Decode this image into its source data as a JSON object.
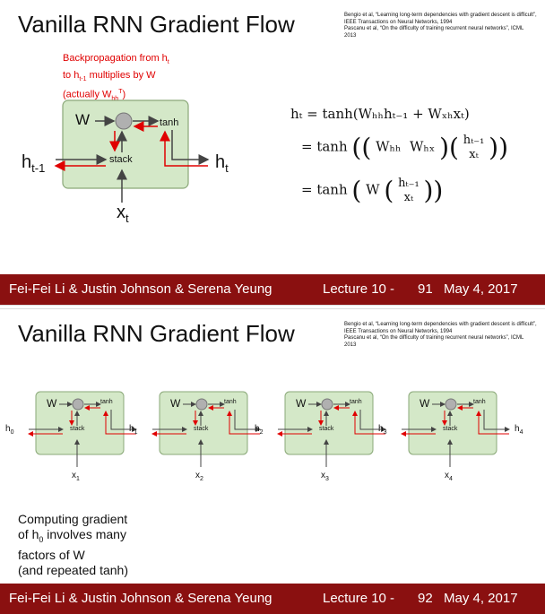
{
  "slides": [
    {
      "title": "Vanilla RNN Gradient Flow",
      "refs": [
        "Bengio et al, “Learning long-term dependencies with gradient descent is difficult”, IEEE Transactions on Neural Networks, 1994",
        "Pascanu et al, “On the difficulty of training recurrent neural networks”, ICML 2013"
      ],
      "note": {
        "line1": "Backpropagation from h",
        "line1_sub": "t",
        "line2a": "to h",
        "line2_sub": "t-1",
        "line2b": " multiplies by W",
        "line3a": "(actually W",
        "line3_sub": "hh",
        "line3_sup": "T",
        "line3b": ")"
      },
      "cell": {
        "w": "W",
        "tanh": "tanh",
        "stack": "stack",
        "h_prev": "h",
        "h_prev_sub": "t-1",
        "h_next": "h",
        "h_next_sub": "t",
        "x": "x",
        "x_sub": "t"
      },
      "equations": {
        "line1": "hₜ = tanh(W_hh hₜ₋₁ + W_xh xₜ)",
        "line1_lhs": "hₜ",
        "line1_rhs": "= tanh(Wₕₕhₜ₋₁ + Wₓₕxₜ)",
        "line2_a": "= tanh",
        "line2_w1": "Wₕₕ",
        "line2_w2": "Wₕₓ",
        "line2_v1": "hₜ₋₁",
        "line2_v2": "xₜ",
        "line3_a": "= tanh",
        "line3_w": "W",
        "line3_v1": "hₜ₋₁",
        "line3_v2": "xₜ"
      },
      "footer": {
        "authors": "Fei-Fei Li & Justin Johnson & Serena Yeung",
        "lecture": "Lecture 10 -",
        "page": "91",
        "date": "May 4, 2017"
      }
    },
    {
      "title": "Vanilla RNN Gradient Flow",
      "refs": [
        "Bengio et al, “Learning long-term dependencies with gradient descent is difficult”, IEEE Transactions on Neural Networks, 1994",
        "Pascanu et al, “On the difficulty of training recurrent neural networks”, ICML 2013"
      ],
      "cells": [
        {
          "h_in": "h",
          "h_in_sub": "0",
          "x": "x",
          "x_sub": "1"
        },
        {
          "h_in": "h",
          "h_in_sub": "1",
          "x": "x",
          "x_sub": "2"
        },
        {
          "h_in": "h",
          "h_in_sub": "2",
          "x": "x",
          "x_sub": "3"
        },
        {
          "h_in": "h",
          "h_in_sub": "3",
          "x": "x",
          "x_sub": "4"
        }
      ],
      "final_h": "h",
      "final_h_sub": "4",
      "cell_labels": {
        "w": "W",
        "tanh": "tanh",
        "stack": "stack"
      },
      "caption": {
        "line1": "Computing gradient",
        "line2a": "of h",
        "line2_sub": "0",
        "line2b": " involves many",
        "line3": "factors of W",
        "line4": "(and repeated tanh)"
      },
      "footer": {
        "authors": "Fei-Fei Li & Justin Johnson & Serena Yeung",
        "lecture": "Lecture 10 -",
        "page": "92",
        "date": "May 4, 2017"
      }
    }
  ],
  "colors": {
    "footer_bg": "#8a1010",
    "cell_fill": "#d4e8c8",
    "cell_border": "#8aa878",
    "gradient_red": "#e00000",
    "node_gray": "#b0b0b0"
  }
}
